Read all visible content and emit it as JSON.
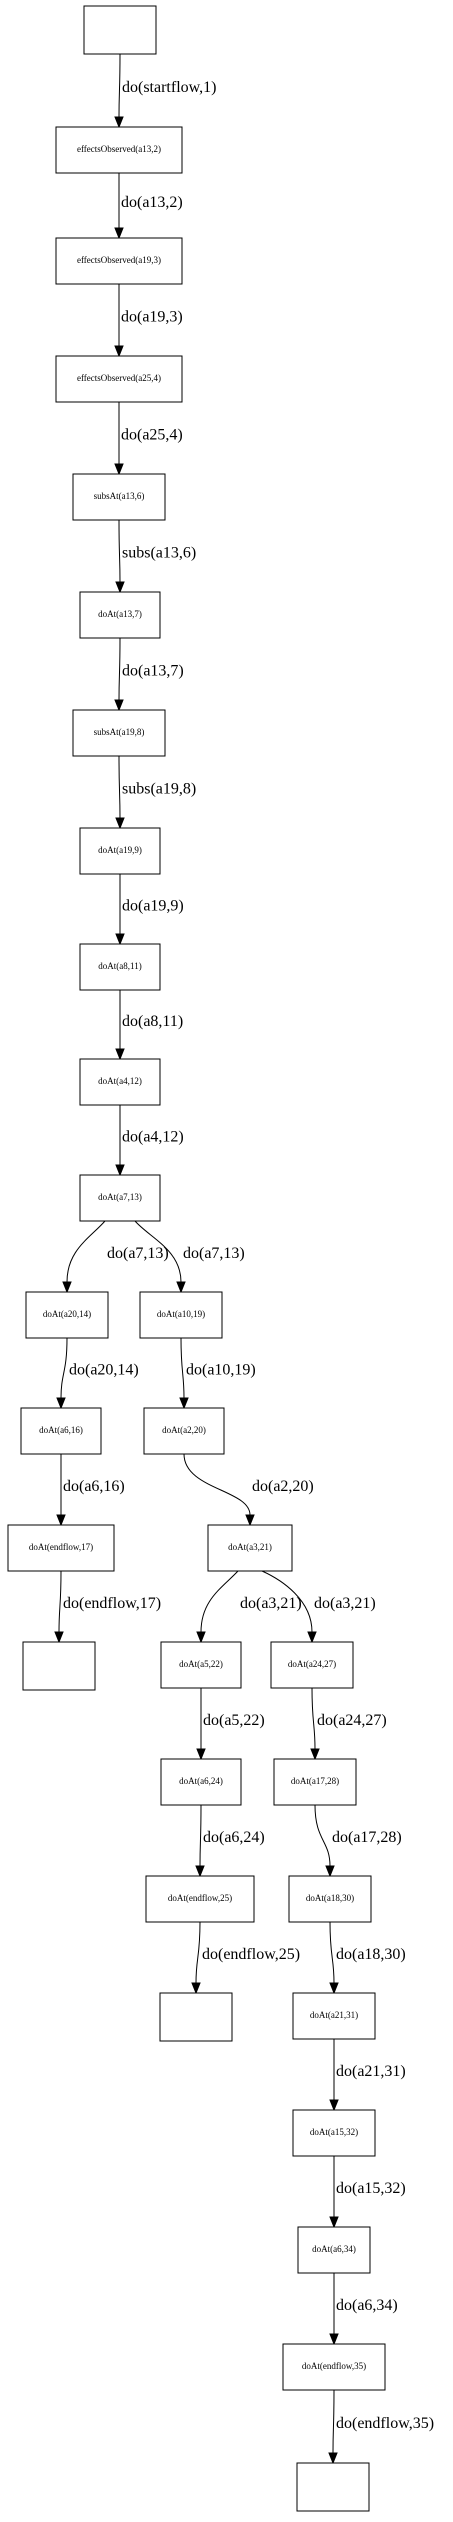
{
  "nodes": [
    {
      "id": "start",
      "label": ""
    },
    {
      "id": "n1",
      "label": "effectsObserved(a13,2)"
    },
    {
      "id": "n2",
      "label": "effectsObserved(a19,3)"
    },
    {
      "id": "n3",
      "label": "effectsObserved(a25,4)"
    },
    {
      "id": "n4",
      "label": "subsAt(a13,6)"
    },
    {
      "id": "n5",
      "label": "doAt(a13,7)"
    },
    {
      "id": "n6",
      "label": "subsAt(a19,8)"
    },
    {
      "id": "n7",
      "label": "doAt(a19,9)"
    },
    {
      "id": "n8",
      "label": "doAt(a8,11)"
    },
    {
      "id": "n9",
      "label": "doAt(a4,12)"
    },
    {
      "id": "n10",
      "label": "doAt(a7,13)"
    },
    {
      "id": "n11",
      "label": "doAt(a20,14)"
    },
    {
      "id": "n12",
      "label": "doAt(a10,19)"
    },
    {
      "id": "n13",
      "label": "doAt(a6,16)"
    },
    {
      "id": "n14",
      "label": "doAt(a2,20)"
    },
    {
      "id": "n15",
      "label": "doAt(endflow,17)"
    },
    {
      "id": "n16",
      "label": "doAt(a3,21)"
    },
    {
      "id": "end1",
      "label": ""
    },
    {
      "id": "n17",
      "label": "doAt(a5,22)"
    },
    {
      "id": "n18",
      "label": "doAt(a24,27)"
    },
    {
      "id": "n19",
      "label": "doAt(a6,24)"
    },
    {
      "id": "n20",
      "label": "doAt(a17,28)"
    },
    {
      "id": "n21",
      "label": "doAt(endflow,25)"
    },
    {
      "id": "n22",
      "label": "doAt(a18,30)"
    },
    {
      "id": "end2",
      "label": ""
    },
    {
      "id": "n23",
      "label": "doAt(a21,31)"
    },
    {
      "id": "n24",
      "label": "doAt(a15,32)"
    },
    {
      "id": "n25",
      "label": "doAt(a6,34)"
    },
    {
      "id": "n26",
      "label": "doAt(endflow,35)"
    },
    {
      "id": "end3",
      "label": ""
    }
  ],
  "edges": [
    {
      "from": "start",
      "to": "n1",
      "label": "do(startflow,1)"
    },
    {
      "from": "n1",
      "to": "n2",
      "label": "do(a13,2)"
    },
    {
      "from": "n2",
      "to": "n3",
      "label": "do(a19,3)"
    },
    {
      "from": "n3",
      "to": "n4",
      "label": "do(a25,4)"
    },
    {
      "from": "n4",
      "to": "n5",
      "label": "subs(a13,6)"
    },
    {
      "from": "n5",
      "to": "n6",
      "label": "do(a13,7)"
    },
    {
      "from": "n6",
      "to": "n7",
      "label": "subs(a19,8)"
    },
    {
      "from": "n7",
      "to": "n8",
      "label": "do(a19,9)"
    },
    {
      "from": "n8",
      "to": "n9",
      "label": "do(a8,11)"
    },
    {
      "from": "n9",
      "to": "n10",
      "label": "do(a4,12)"
    },
    {
      "from": "n10",
      "to": "n11",
      "label": "do(a7,13)"
    },
    {
      "from": "n10",
      "to": "n12",
      "label": "do(a7,13)"
    },
    {
      "from": "n11",
      "to": "n13",
      "label": "do(a20,14)"
    },
    {
      "from": "n12",
      "to": "n14",
      "label": "do(a10,19)"
    },
    {
      "from": "n13",
      "to": "n15",
      "label": "do(a6,16)"
    },
    {
      "from": "n14",
      "to": "n16",
      "label": "do(a2,20)"
    },
    {
      "from": "n15",
      "to": "end1",
      "label": "do(endflow,17)"
    },
    {
      "from": "n16",
      "to": "n17",
      "label": "do(a3,21)"
    },
    {
      "from": "n16",
      "to": "n18",
      "label": "do(a3,21)"
    },
    {
      "from": "n17",
      "to": "n19",
      "label": "do(a5,22)"
    },
    {
      "from": "n18",
      "to": "n20",
      "label": "do(a24,27)"
    },
    {
      "from": "n19",
      "to": "n21",
      "label": "do(a6,24)"
    },
    {
      "from": "n20",
      "to": "n22",
      "label": "do(a17,28)"
    },
    {
      "from": "n21",
      "to": "end2",
      "label": "do(endflow,25)"
    },
    {
      "from": "n22",
      "to": "n23",
      "label": "do(a18,30)"
    },
    {
      "from": "n23",
      "to": "n24",
      "label": "do(a21,31)"
    },
    {
      "from": "n24",
      "to": "n25",
      "label": "do(a15,32)"
    },
    {
      "from": "n25",
      "to": "n26",
      "label": "do(a6,34)"
    },
    {
      "from": "n26",
      "to": "end3",
      "label": "do(endflow,35)"
    }
  ]
}
